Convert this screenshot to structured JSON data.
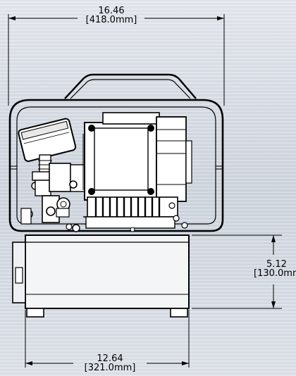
{
  "dimensions": {
    "width": {
      "inches": "16.46",
      "mm": "[418.0mm]"
    },
    "height": {
      "inches": "5.12",
      "mm": "[130.0mm"
    },
    "base_width": {
      "inches": "12.64",
      "mm": "[321.0mm]"
    }
  }
}
